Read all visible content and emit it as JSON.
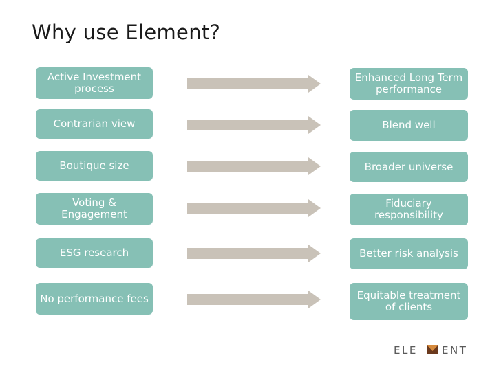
{
  "title": "Why use Element?",
  "rows": [
    {
      "left": "Active Investment process",
      "right": "Enhanced Long Term performance"
    },
    {
      "left": "Contrarian view",
      "right": "Blend well"
    },
    {
      "left": "Boutique size",
      "right": "Broader universe"
    },
    {
      "left": "Voting & Engagement",
      "right": "Fiduciary responsibility"
    },
    {
      "left": "ESG research",
      "right": "Better risk analysis"
    },
    {
      "left": "No performance fees",
      "right": "Equitable treatment of clients"
    }
  ],
  "logo": {
    "text_before": "ELE",
    "text_after": "ENT"
  },
  "colors": {
    "box": "#86c0b5",
    "arrow": "#c9c2b8",
    "logo_text": "#5a5a5a",
    "logo_mark": "#b5651d"
  }
}
